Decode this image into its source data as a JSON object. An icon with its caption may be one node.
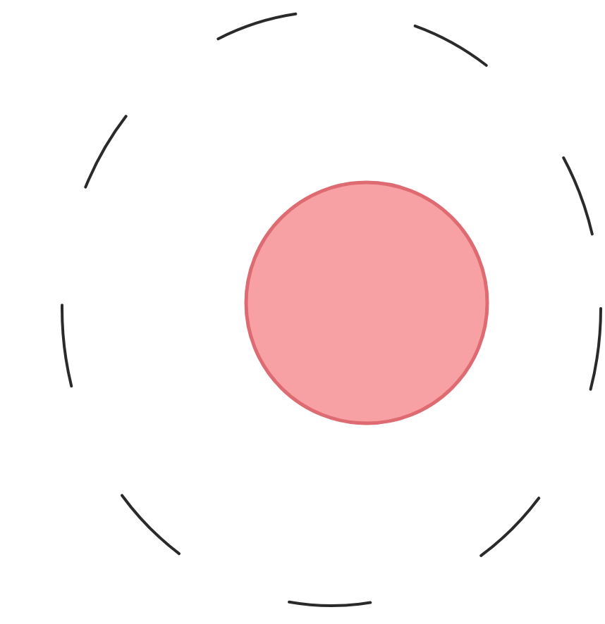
{
  "diagram": {
    "nodes": [
      {
        "text": [],
        "shape": "circle"
      },
      {
        "text": [],
        "shape": "circle",
        "in": 0
      }
    ]
  }
}
